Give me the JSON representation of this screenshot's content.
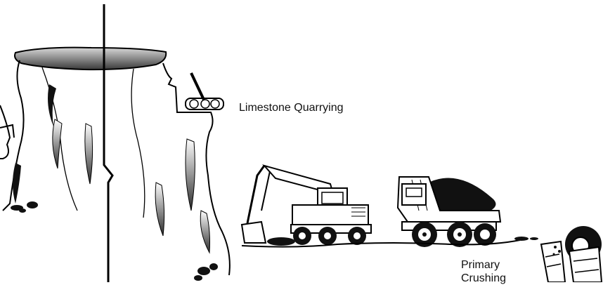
{
  "labels": {
    "quarrying": "Limestone Quarrying",
    "primary_crushing_line1": "Primary",
    "primary_crushing_line2": "Crushing"
  }
}
